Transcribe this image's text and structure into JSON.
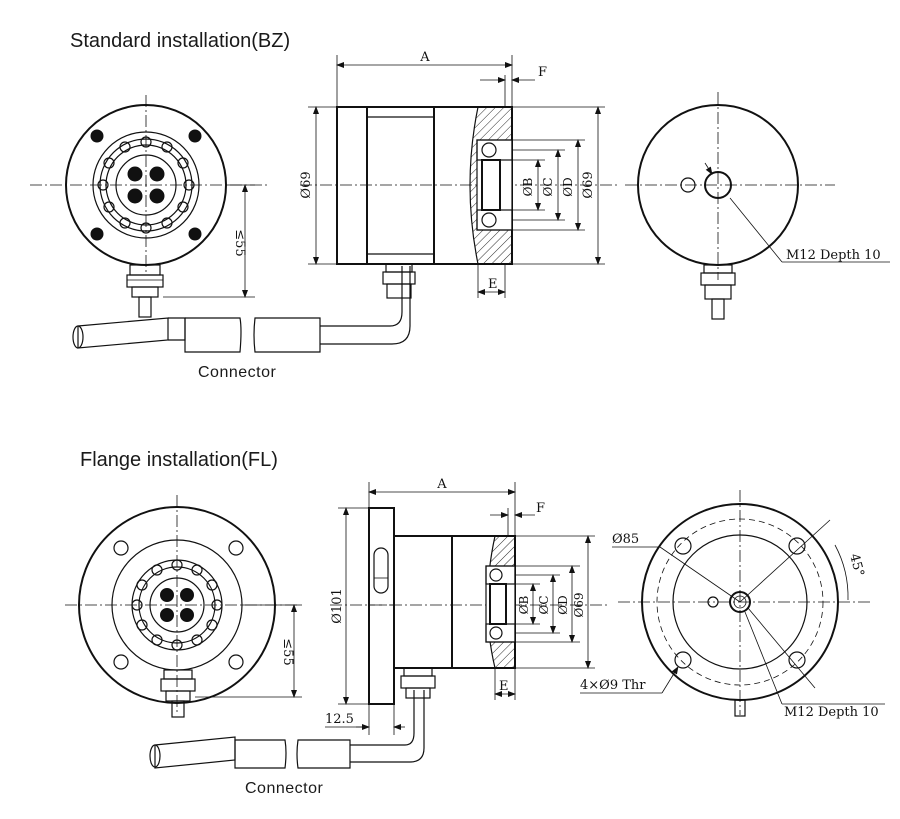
{
  "headings": {
    "standard": "Standard installation(BZ)",
    "flange": "Flange installation(FL)"
  },
  "captions": {
    "connector_top": "Connector",
    "connector_bottom": "Connector"
  },
  "dimensions": {
    "top": {
      "a": "A",
      "f": "F",
      "e": "E",
      "dia69_left": "Ø69",
      "dia_b": "ØB",
      "dia_c": "ØC",
      "dia_d": "ØD",
      "dia69_right": "Ø69",
      "le55": "≤55",
      "thread": "M12 Depth 10"
    },
    "bottom": {
      "a": "A",
      "f": "F",
      "e": "E",
      "dia101": "Ø101",
      "dia_b": "ØB",
      "dia_c": "ØC",
      "dia_d": "ØD",
      "dia69": "Ø69",
      "le55": "≤55",
      "offset": "12.5",
      "dia85": "Ø85",
      "angle": "45°",
      "holes": "4×Ø9 Thr",
      "thread": "M12 Depth 10"
    }
  }
}
